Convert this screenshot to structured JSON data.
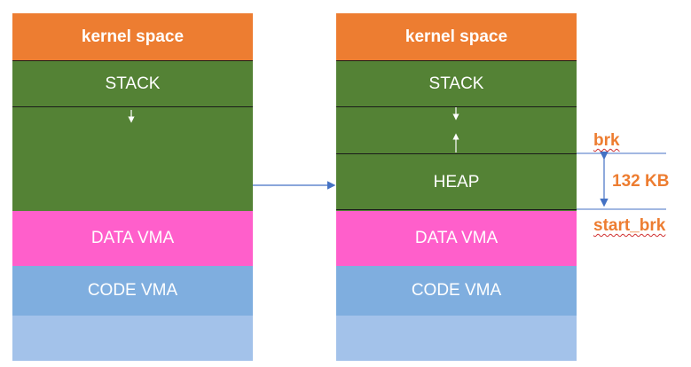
{
  "left": {
    "kernel": "kernel space",
    "stack": "STACK",
    "data": "DATA VMA",
    "code": "CODE VMA"
  },
  "right": {
    "kernel": "kernel space",
    "stack": "STACK",
    "heap": "HEAP",
    "data": "DATA VMA",
    "code": "CODE VMA"
  },
  "annotations": {
    "brk": "brk",
    "start_brk": "start_brk",
    "size": "132 KB"
  },
  "colors": {
    "kernel": "#ED7D31",
    "stack_heap": "#548235",
    "data": "#FF5FCB",
    "code": "#7FAEDF",
    "bottom": "#A3C2EA",
    "arrow": "#4472C4",
    "label": "#ED7D31"
  }
}
